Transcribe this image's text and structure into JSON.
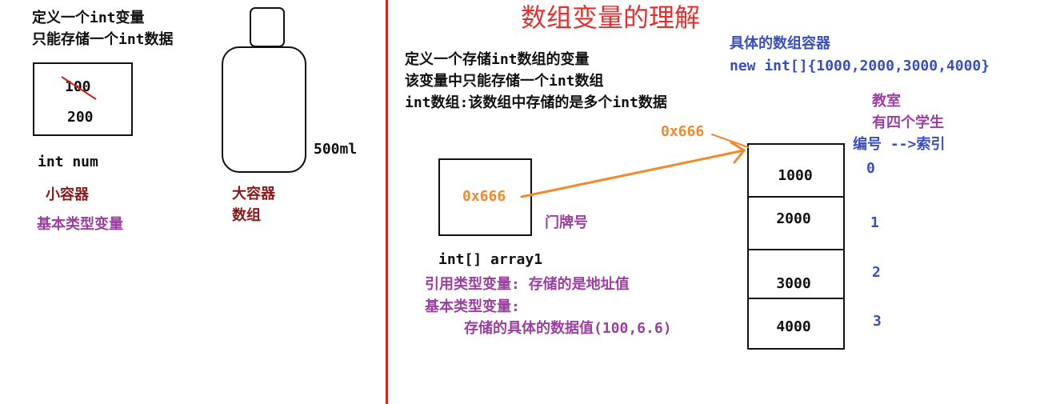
{
  "left": {
    "line1": "定义一个int变量",
    "line2": "只能存储一个int数据",
    "old_value": "100",
    "new_value": "200",
    "var_label": "int num",
    "small_container": "小容器",
    "primitive_var": "基本类型变量",
    "bottle_volume": "500ml",
    "big_container": "大容器",
    "array_word": "数组"
  },
  "right": {
    "title": "数组变量的理解",
    "desc1": "定义一个存储int数组的变量",
    "desc2": "该变量中只能存储一个int数组",
    "desc3": "int数组:该数组中存储的是多个int数据",
    "container_title": "具体的数组容器",
    "container_code": "new int[]{1000,2000,3000,4000}",
    "classroom": "教室",
    "students": "有四个学生",
    "index_note": "编号 -->索引",
    "address_top": "0x666",
    "address_box": "0x666",
    "door_number": "门牌号",
    "array_decl": "int[] array1",
    "ref_note": "引用类型变量: 存储的是地址值",
    "prim_note": "基本类型变量:",
    "prim_note2": "存储的具体的数据值(100,6.6)",
    "cells": [
      "1000",
      "2000",
      "3000",
      "4000"
    ],
    "indices": [
      "0",
      "1",
      "2",
      "3"
    ]
  },
  "colors": {
    "divider": "#e02020",
    "title": "#e53030",
    "arrow": "#f28a2c",
    "purple": "#9b3fa0",
    "blue": "#3a4fbf",
    "maroon": "#8b1a1a"
  }
}
